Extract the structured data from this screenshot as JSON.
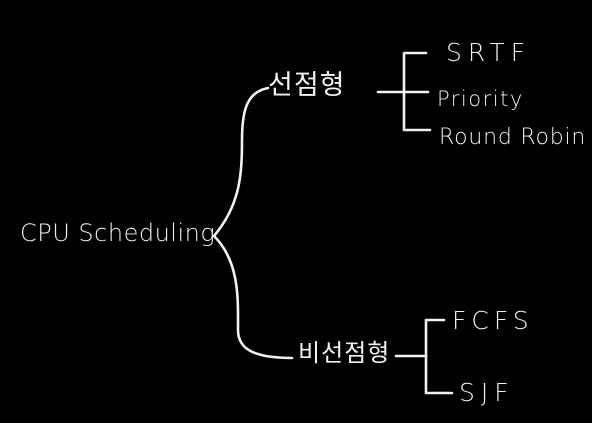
{
  "colors": {
    "background": "#000000",
    "ink": "#f2f2f2"
  },
  "root": {
    "label": "CPU Scheduling"
  },
  "branches": [
    {
      "label": "선점형",
      "children": [
        "SRTF",
        "Priority",
        "Round Robin"
      ]
    },
    {
      "label": "비선점형",
      "children": [
        "FCFS",
        "SJF"
      ]
    }
  ]
}
